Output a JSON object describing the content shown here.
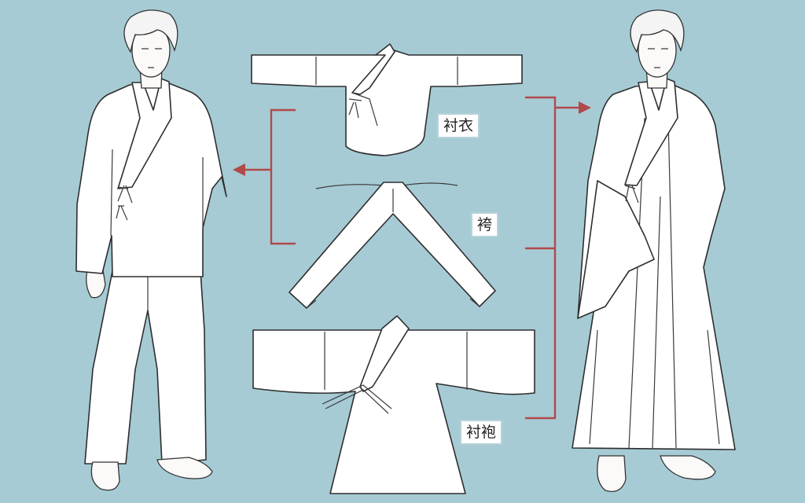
{
  "labels": {
    "shirt": "衬衣",
    "pants": "袴",
    "robe": "衬袍"
  },
  "colors": {
    "background": "#a6cbd5",
    "bracket_arrow": "#b14a4a",
    "garment": "#ffffff",
    "outline": "#2e2e2e"
  }
}
